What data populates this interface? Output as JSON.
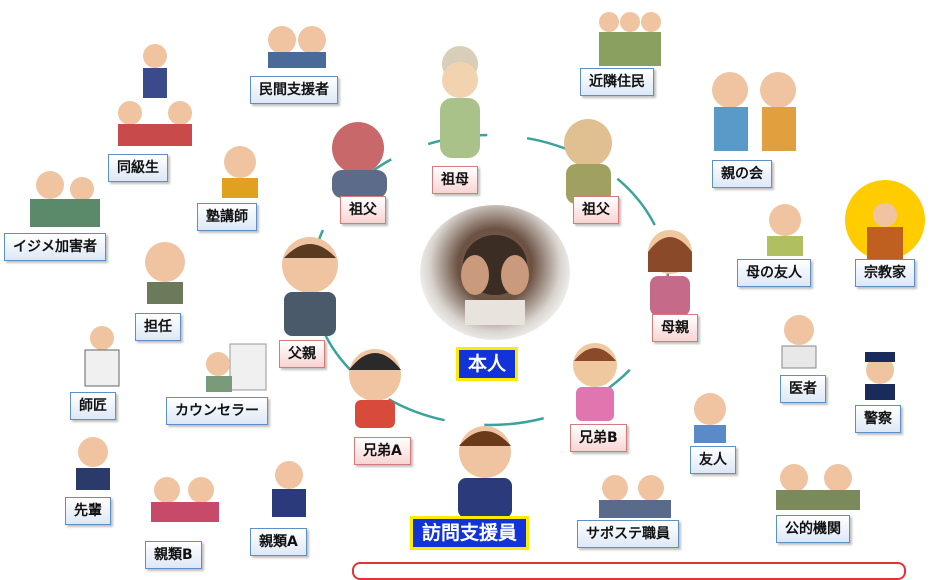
{
  "center": {
    "label": "本人"
  },
  "supporter": {
    "label": "訪問支援員"
  },
  "family": [
    {
      "id": "grandma",
      "label": "祖母"
    },
    {
      "id": "grandpa_left",
      "label": "祖父"
    },
    {
      "id": "grandpa_right",
      "label": "祖父"
    },
    {
      "id": "father",
      "label": "父親"
    },
    {
      "id": "mother",
      "label": "母親"
    },
    {
      "id": "brother_a",
      "label": "兄弟A"
    },
    {
      "id": "brother_b",
      "label": "兄弟B"
    }
  ],
  "others": [
    {
      "id": "private_supporter",
      "label": "民間支援者"
    },
    {
      "id": "neighbors",
      "label": "近隣住民"
    },
    {
      "id": "classmate",
      "label": "同級生"
    },
    {
      "id": "parents_group",
      "label": "親の会"
    },
    {
      "id": "cram_teacher",
      "label": "塾講師"
    },
    {
      "id": "bully",
      "label": "イジメ加害者"
    },
    {
      "id": "moms_friend",
      "label": "母の友人"
    },
    {
      "id": "religious",
      "label": "宗教家"
    },
    {
      "id": "homeroom",
      "label": "担任"
    },
    {
      "id": "doctor",
      "label": "医者"
    },
    {
      "id": "police",
      "label": "警察"
    },
    {
      "id": "master",
      "label": "師匠"
    },
    {
      "id": "counselor",
      "label": "カウンセラー"
    },
    {
      "id": "friend",
      "label": "友人"
    },
    {
      "id": "senior",
      "label": "先輩"
    },
    {
      "id": "relative_b",
      "label": "親類B"
    },
    {
      "id": "relative_a",
      "label": "親類A"
    },
    {
      "id": "saposute",
      "label": "サポステ職員"
    },
    {
      "id": "public_agency",
      "label": "公的機関"
    }
  ],
  "colors": {
    "family_box": "#f8d4d4",
    "other_box": "#dde8f6",
    "center_box": "#1233d8",
    "center_border": "#ffea00",
    "ring": "#3aa39a"
  }
}
